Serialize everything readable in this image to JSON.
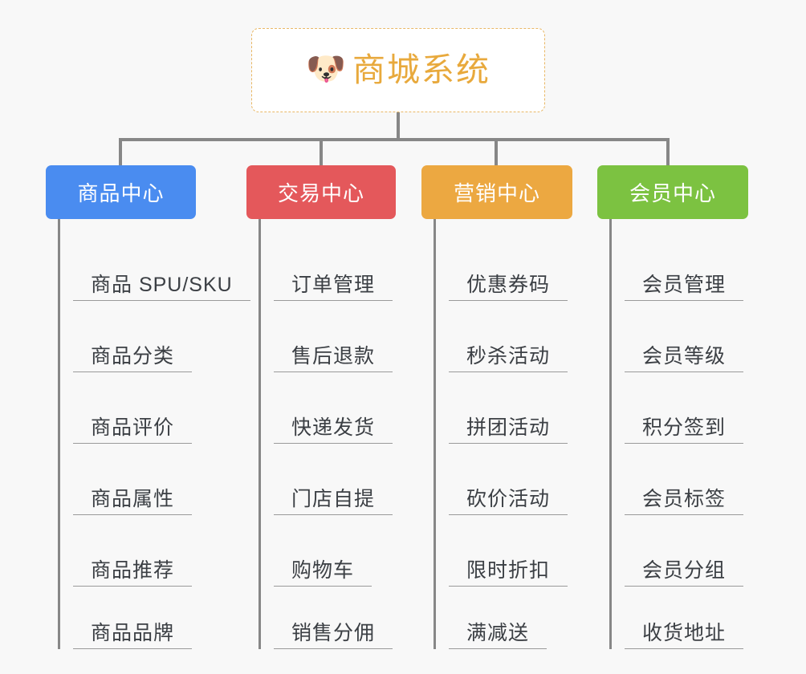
{
  "page": {
    "background_color": "#f8f8f8",
    "spine_color": "#878787",
    "leaf_text_color": "#3b3f44",
    "leaf_underline_color": "#9a9a9a"
  },
  "root": {
    "icon": "shiba-dog-face-emoji",
    "icon_glyph": "🐶",
    "title": "商城系统",
    "title_color": "#e8a93c",
    "border_color": "#e9b866",
    "background_color": "#ffffff"
  },
  "columns": [
    {
      "id": "product-center",
      "header": "商品中心",
      "color": "#4a8cf0",
      "items": [
        "商品 SPU/SKU",
        "商品分类",
        "商品评价",
        "商品属性",
        "商品推荐",
        "商品品牌"
      ]
    },
    {
      "id": "trade-center",
      "header": "交易中心",
      "color": "#e4585b",
      "items": [
        "订单管理",
        "售后退款",
        "快递发货",
        "门店自提",
        "购物车",
        "销售分佣"
      ]
    },
    {
      "id": "marketing-center",
      "header": "营销中心",
      "color": "#eca841",
      "items": [
        "优惠券码",
        "秒杀活动",
        "拼团活动",
        "砍价活动",
        "限时折扣",
        "满减送"
      ]
    },
    {
      "id": "member-center",
      "header": "会员中心",
      "color": "#7cc241",
      "items": [
        "会员管理",
        "会员等级",
        "积分签到",
        "会员标签",
        "会员分组",
        "收货地址"
      ]
    }
  ]
}
